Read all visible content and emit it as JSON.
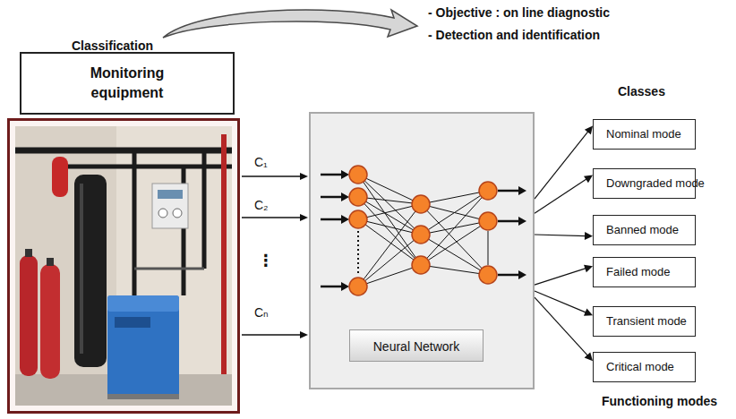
{
  "diagram": {
    "nodes": [
      {
        "text": [
          "Monitoring equipment"
        ]
      },
      {
        "text": [
          "Neural Network"
        ]
      },
      {
        "text": [
          "Nominal mode"
        ]
      },
      {
        "text": [
          "Downgraded mode"
        ]
      },
      {
        "text": [
          "Banned mode"
        ]
      },
      {
        "text": [
          "Failed mode"
        ]
      },
      {
        "text": [
          "Transient mode"
        ]
      },
      {
        "text": [
          "Critical mode"
        ]
      }
    ],
    "edges": [
      {
        "from": 1,
        "to": 2,
        "arrow": "to"
      },
      {
        "from": 1,
        "to": 3,
        "arrow": "to"
      },
      {
        "from": 1,
        "to": 4,
        "arrow": "to"
      },
      {
        "from": 1,
        "to": 5,
        "arrow": "to"
      },
      {
        "from": 1,
        "to": 6,
        "arrow": "to"
      },
      {
        "from": 1,
        "to": 7,
        "arrow": "to"
      }
    ],
    "labels": [
      "Classification",
      "- Objective : on line diagnostic",
      "- Detection and identification",
      "C₁",
      "C₂",
      "⋮",
      "Cₙ",
      "Classes",
      "Functioning modes"
    ]
  }
}
